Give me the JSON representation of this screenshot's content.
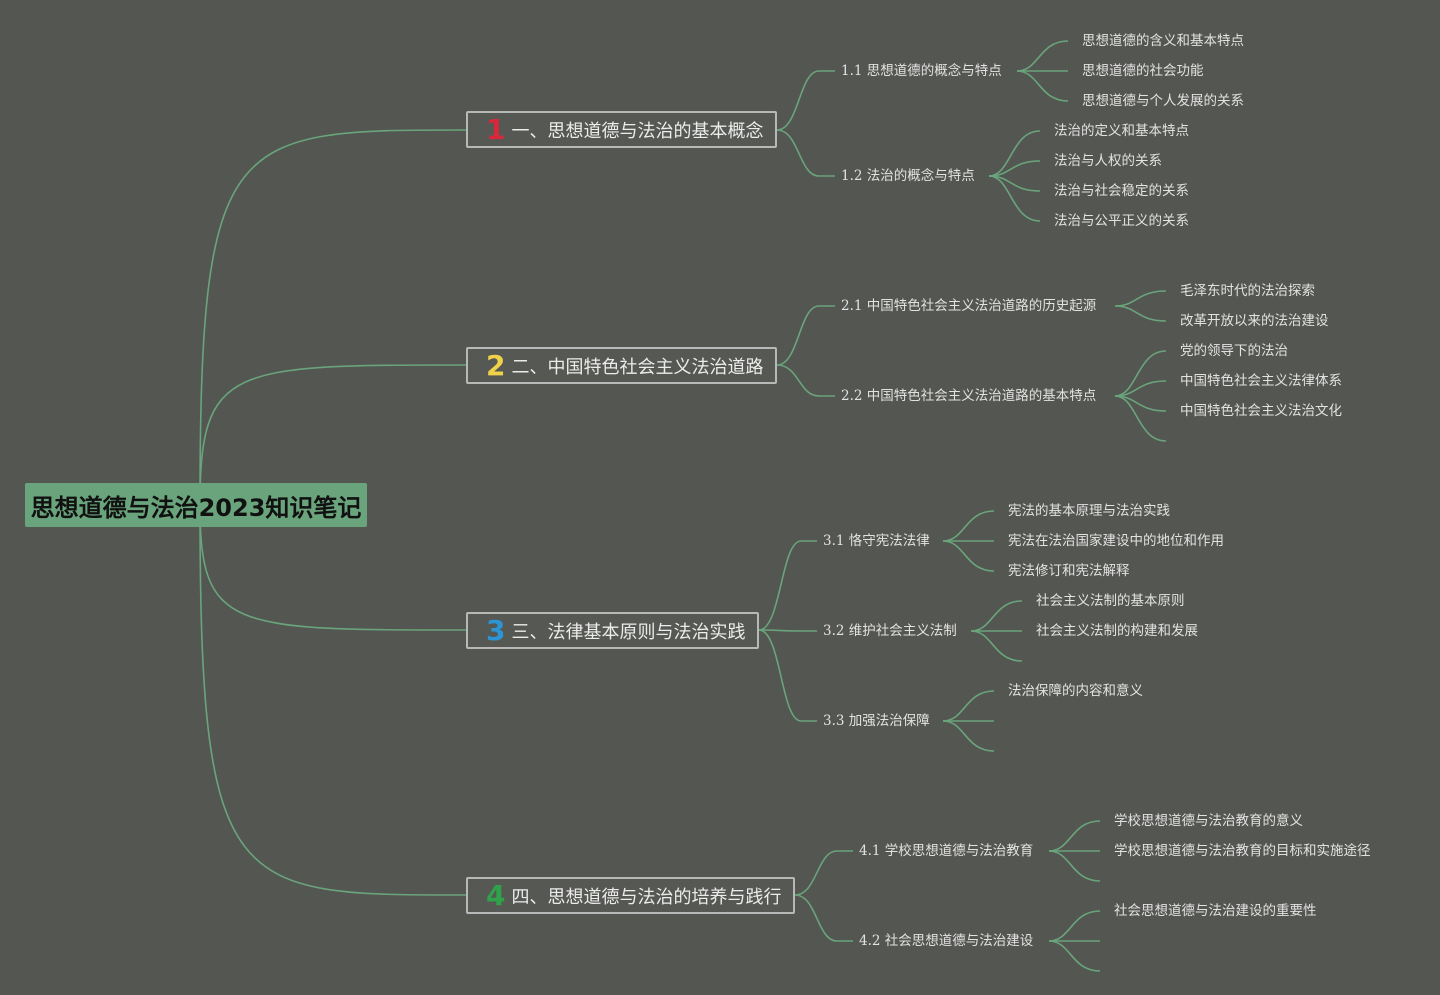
{
  "root": "思想道德与法治2023知识笔记",
  "colors": {
    "background": "#545651",
    "line": "#6aa47c",
    "root_fill": "#6aa47c",
    "branch_border": "#b8b8b8"
  },
  "branches": [
    {
      "num": "1",
      "num_color": "#d8283b",
      "label": "一、思想道德与法治的基本概念",
      "subs": [
        {
          "label": "1.1 思想道德的概念与特点",
          "leaves": [
            "思想道德的含义和基本特点",
            "思想道德的社会功能",
            "思想道德与个人发展的关系"
          ]
        },
        {
          "label": "1.2 法治的概念与特点",
          "leaves": [
            "法治的定义和基本特点",
            "法治与人权的关系",
            "法治与社会稳定的关系",
            "法治与公平正义的关系"
          ]
        }
      ]
    },
    {
      "num": "2",
      "num_color": "#f0d24a",
      "label": "二、中国特色社会主义法治道路",
      "subs": [
        {
          "label": "2.1 中国特色社会主义法治道路的历史起源",
          "leaves": [
            "毛泽东时代的法治探索",
            "改革开放以来的法治建设"
          ]
        },
        {
          "label": "2.2 中国特色社会主义法治道路的基本特点",
          "leaves": [
            "党的领导下的法治",
            "中国特色社会主义法律体系",
            "中国特色社会主义法治文化"
          ]
        }
      ]
    },
    {
      "num": "3",
      "num_color": "#2b95d6",
      "label": "三、法律基本原则与法治实践",
      "subs": [
        {
          "label": "3.1 恪守宪法法律",
          "leaves": [
            "宪法的基本原理与法治实践",
            "宪法在法治国家建设中的地位和作用",
            "宪法修订和宪法解释"
          ]
        },
        {
          "label": "3.2 维护社会主义法制",
          "leaves": [
            "社会主义法制的基本原则",
            "社会主义法制的构建和发展"
          ]
        },
        {
          "label": "3.3 加强法治保障",
          "leaves": [
            "法治保障的内容和意义"
          ]
        }
      ]
    },
    {
      "num": "4",
      "num_color": "#2fa24a",
      "label": "四、思想道德与法治的培养与践行",
      "subs": [
        {
          "label": "4.1 学校思想道德与法治教育",
          "leaves": [
            "学校思想道德与法治教育的意义",
            "学校思想道德与法治教育的目标和实施途径"
          ]
        },
        {
          "label": "4.2 社会思想道德与法治建设",
          "leaves": [
            "社会思想道德与法治建设的重要性"
          ]
        }
      ]
    }
  ]
}
